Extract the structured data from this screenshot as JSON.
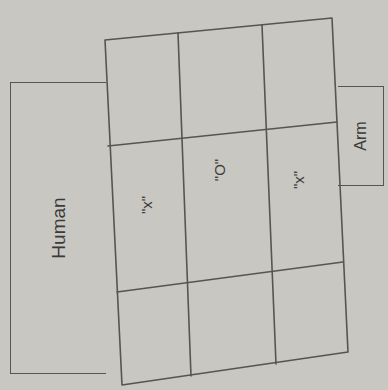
{
  "diagram": {
    "nodes": [
      {
        "text": [
          "Human"
        ]
      },
      {
        "text": [
          "Arm"
        ]
      }
    ],
    "labels": [
      "\"x\"",
      "\"O\"",
      "\"x\""
    ]
  }
}
